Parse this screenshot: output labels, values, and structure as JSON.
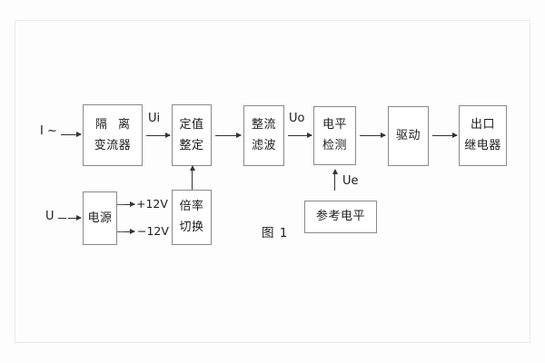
{
  "figure": {
    "caption": "图 1",
    "title_text": "图 1"
  },
  "blocks": {
    "isolation_ct": {
      "line1": "隔 离",
      "line2": "变流器"
    },
    "setting": {
      "line1": "定值",
      "line2": "整定"
    },
    "rectify_filter": {
      "line1": "整流",
      "line2": "滤波"
    },
    "level_detect": {
      "line1": "电平",
      "line2": "检测"
    },
    "drive": {
      "line1": "驱动",
      "line2": ""
    },
    "output_relay": {
      "line1": "出口",
      "line2": "继电器"
    },
    "power_supply": {
      "line1": "电源",
      "line2": ""
    },
    "multiplier_switch": {
      "line1": "倍率",
      "line2": "切换"
    },
    "reference_level": {
      "line1": "参考电平",
      "line2": ""
    }
  },
  "signals": {
    "current_input": "I ~",
    "voltage_input": "U",
    "ui": "Ui",
    "uo": "Uo",
    "ue": "Ue",
    "rail_positive": "+12V",
    "rail_negative": "−12V"
  },
  "colors": {
    "background": "#fdfdfd",
    "block_border": "#8a8a8a",
    "line": "#333333",
    "text": "#1c1c1c",
    "frame": "#e9e9e9"
  }
}
